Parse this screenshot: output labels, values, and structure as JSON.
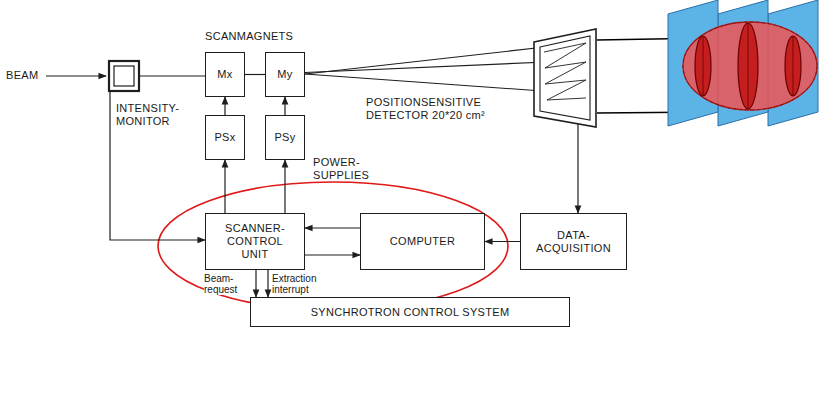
{
  "diagram": {
    "nodes": [
      {
        "text": [
          "INTENSITY- MONITOR"
        ]
      },
      {
        "text": [
          "Mx"
        ]
      },
      {
        "text": [
          "My"
        ]
      },
      {
        "text": [
          "PSx"
        ]
      },
      {
        "text": [
          "PSy"
        ]
      },
      {
        "text": [
          "POSITIONSENSITIVE DETECTOR 20*20 cm²"
        ]
      },
      {
        "text": [
          "SCANNER- CONTROL UNIT"
        ]
      },
      {
        "text": [
          "COMPUTER"
        ]
      },
      {
        "text": [
          "DATA- ACQUISITION"
        ]
      },
      {
        "text": [
          "SYNCHROTRON CONTROL SYSTEM"
        ]
      }
    ],
    "edges": [
      {
        "from": 0,
        "to": 1,
        "arrow": "none"
      },
      {
        "from": 1,
        "to": 2,
        "arrow": "none"
      },
      {
        "from": 2,
        "to": 5,
        "arrow": "none"
      },
      {
        "from": 3,
        "to": 1,
        "arrow": "to"
      },
      {
        "from": 4,
        "to": 2,
        "arrow": "to"
      },
      {
        "from": 6,
        "to": 3,
        "arrow": "to"
      },
      {
        "from": 6,
        "to": 4,
        "arrow": "to"
      },
      {
        "from": 0,
        "to": 6,
        "arrow": "to"
      },
      {
        "from": 7,
        "to": 6,
        "arrow": "to"
      },
      {
        "from": 6,
        "to": 7,
        "arrow": "to"
      },
      {
        "from": 8,
        "to": 7,
        "arrow": "to"
      },
      {
        "from": 5,
        "to": 8,
        "arrow": "to"
      },
      {
        "from": 6,
        "to": 9,
        "label": "Beam- request",
        "arrow": "to"
      },
      {
        "from": 6,
        "to": 9,
        "label": "Extraction interrupt",
        "arrow": "to"
      }
    ],
    "labels": [
      "BEAM",
      "SCANMAGNETS",
      "POWER- SUPPLIES"
    ]
  }
}
